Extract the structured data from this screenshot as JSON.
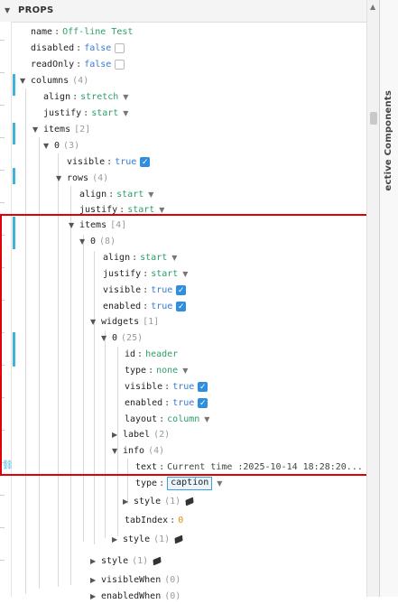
{
  "header": {
    "title": "PROPS",
    "collapse_icon": "caret-down"
  },
  "right_tab": {
    "label": "ective Components"
  },
  "tree": {
    "name": {
      "key": "name",
      "value": "Off-line Test"
    },
    "disabled": {
      "key": "disabled",
      "value": "false"
    },
    "readOnly": {
      "key": "readOnly",
      "value": "false"
    },
    "columns": {
      "key": "columns",
      "count": "(4)",
      "align": {
        "key": "align",
        "value": "stretch"
      },
      "justify": {
        "key": "justify",
        "value": "start"
      },
      "items": {
        "key": "items",
        "count": "[2]",
        "item0": {
          "key": "0",
          "count": "(3)",
          "visible": {
            "key": "visible",
            "value": "true"
          },
          "rows": {
            "key": "rows",
            "count": "(4)",
            "align": {
              "key": "align",
              "value": "start"
            },
            "justify": {
              "key": "justify",
              "value": "start"
            },
            "items": {
              "key": "items",
              "count": "[4]",
              "item0": {
                "key": "0",
                "count": "(8)",
                "align": {
                  "key": "align",
                  "value": "start"
                },
                "justify": {
                  "key": "justify",
                  "value": "start"
                },
                "visible": {
                  "key": "visible",
                  "value": "true"
                },
                "enabled": {
                  "key": "enabled",
                  "value": "true"
                },
                "widgets": {
                  "key": "widgets",
                  "count": "[1]",
                  "item0": {
                    "key": "0",
                    "count": "(25)",
                    "id": {
                      "key": "id",
                      "value": "header"
                    },
                    "type": {
                      "key": "type",
                      "value": "none"
                    },
                    "visible": {
                      "key": "visible",
                      "value": "true"
                    },
                    "enabled": {
                      "key": "enabled",
                      "value": "true"
                    },
                    "layout": {
                      "key": "layout",
                      "value": "column"
                    },
                    "label": {
                      "key": "label",
                      "count": "(2)"
                    },
                    "info": {
                      "key": "info",
                      "count": "(4)",
                      "text": {
                        "key": "text",
                        "value": "Current time :2025-10-14 18:28:20..."
                      },
                      "type": {
                        "key": "type",
                        "value": "caption"
                      },
                      "style": {
                        "key": "style",
                        "count": "(1)"
                      }
                    },
                    "tabIndex": {
                      "key": "tabIndex",
                      "value": "0"
                    },
                    "style": {
                      "key": "style",
                      "count": "(1)"
                    }
                  }
                }
              }
            }
          }
        }
      }
    },
    "style": {
      "key": "style",
      "count": "(1)"
    },
    "visibleWhen": {
      "key": "visibleWhen",
      "count": "(0)"
    },
    "enabledWhen": {
      "key": "enabledWhen",
      "count": "(0)"
    }
  },
  "colors": {
    "accent": "#3fb3d8",
    "highlight": "#e0000a",
    "checkbox": "#2f8fdc"
  }
}
